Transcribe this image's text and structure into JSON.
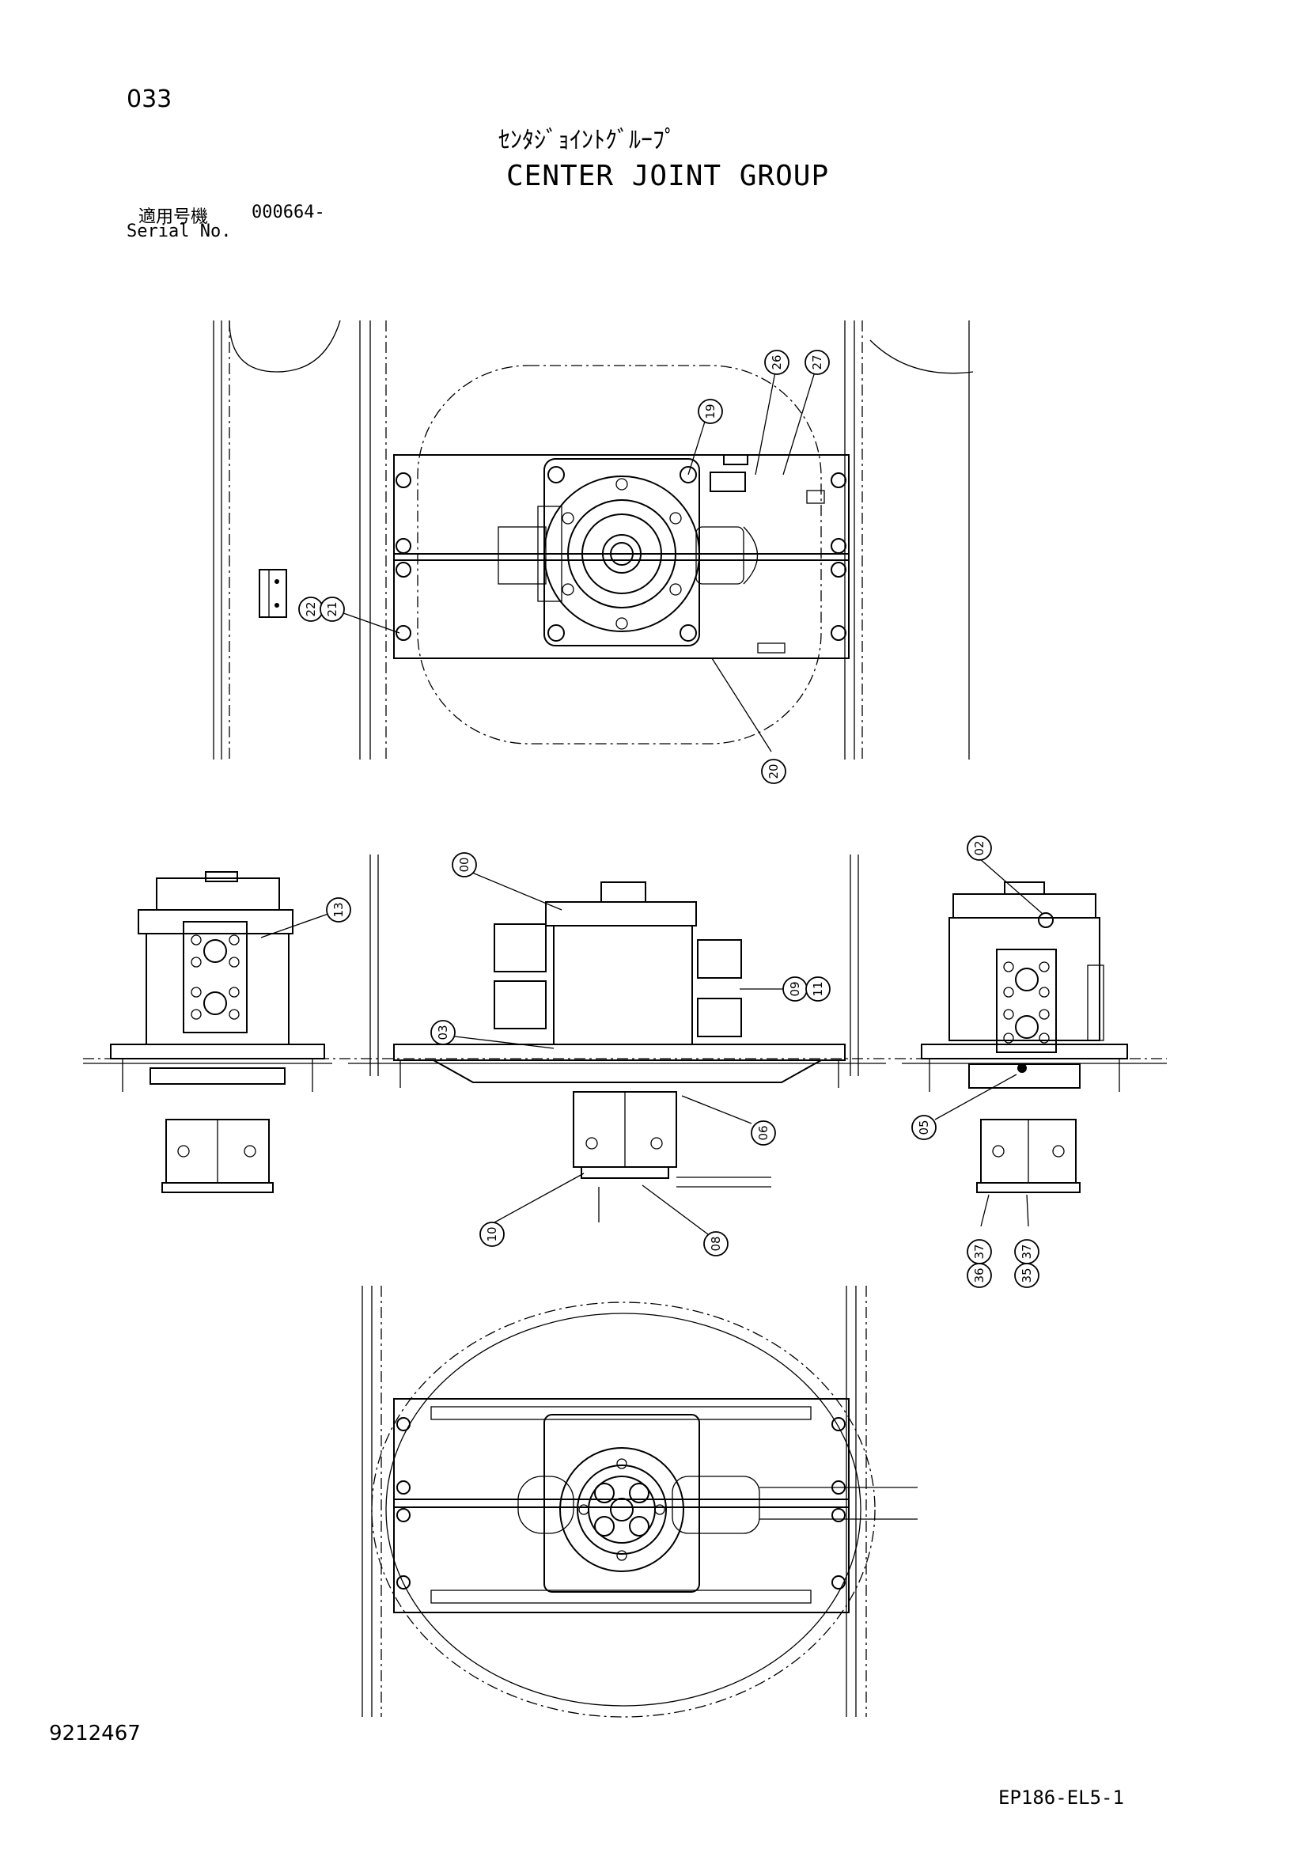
{
  "header": {
    "page_number": "033",
    "title_jp": "ｾﾝﾀｼﾞｮｲﾝﾄｸﾞﾙｰﾌﾟ",
    "title_en": "CENTER JOINT GROUP",
    "serial_label_jp": "適用号機",
    "serial_value": "000664-",
    "serial_label_en": "Serial No."
  },
  "footer": {
    "doc_id": "9212467",
    "drawing_code": "EP186-EL5-1"
  },
  "callouts": {
    "c19": "19",
    "c26": "26",
    "c27": "27",
    "c22": "22",
    "c21": "21",
    "c20": "20",
    "c13": "13",
    "c00": "00",
    "c03": "03",
    "c09": "09",
    "c11": "11",
    "c06": "06",
    "c10": "10",
    "c08": "08",
    "c02": "02",
    "c05": "05",
    "c36": "36",
    "c37a": "37",
    "c35": "35",
    "c37b": "37"
  }
}
